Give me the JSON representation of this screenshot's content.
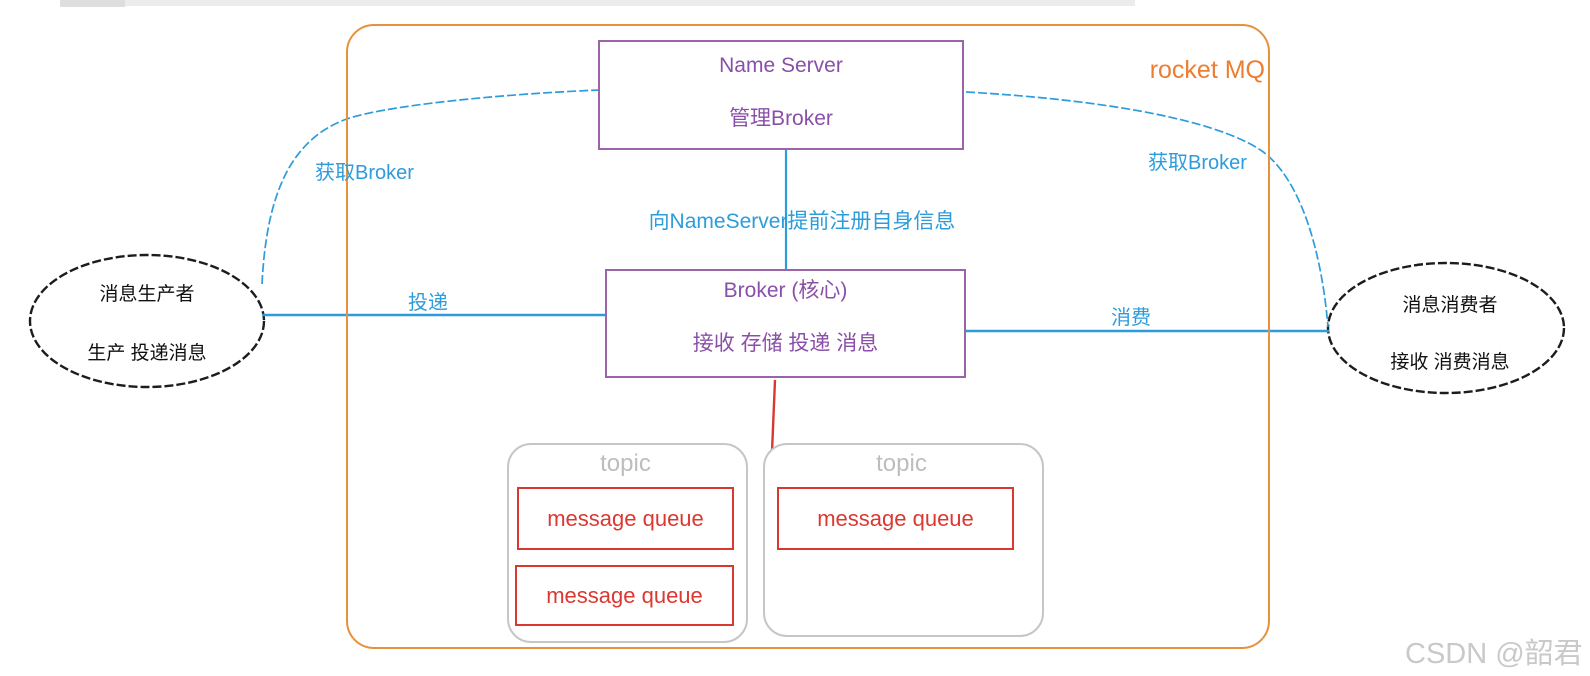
{
  "title": "rocket MQ",
  "watermark": "CSDN @韶君",
  "name_server": {
    "line1": "Name Server",
    "line2": "管理Broker"
  },
  "broker": {
    "line1": "Broker (核心)",
    "line2": "接收 存储 投递 消息"
  },
  "producer": {
    "line1": "消息生产者",
    "line2": "生产 投递消息"
  },
  "consumer": {
    "line1": "消息消费者",
    "line2": "接收 消费消息"
  },
  "edges": {
    "register": "向NameServer提前注册自身信息",
    "get_broker_left": "获取Broker",
    "get_broker_right": "获取Broker",
    "deliver": "投递",
    "consume": "消费"
  },
  "topics": [
    {
      "label": "topic",
      "queues": [
        "message queue",
        "message queue"
      ]
    },
    {
      "label": "topic",
      "queues": [
        "message queue"
      ]
    }
  ],
  "colors": {
    "frame_orange": "#E8913C",
    "title_orange": "#ED7D31",
    "box_purple": "#9B64A8",
    "text_purple": "#8A4FA8",
    "line_blue": "#2D9CDB",
    "queue_red": "#D93831",
    "topic_gray": "#C6C6C6",
    "ellipse_black": "#1C1C1C",
    "watermark_gray": "#C9C9C9"
  }
}
